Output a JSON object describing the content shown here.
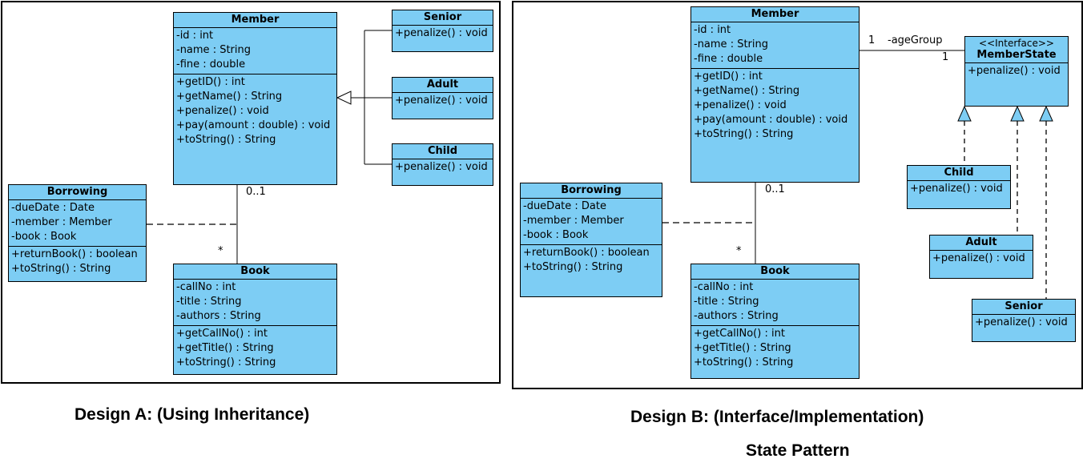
{
  "colors": {
    "class_fill": "#7dcdf4",
    "stroke": "#000000",
    "background": "#ffffff"
  },
  "design_a": {
    "caption": "Design A: (Using Inheritance)",
    "member": {
      "name": "Member",
      "attrs": [
        "-id : int",
        "-name : String",
        "-fine : double"
      ],
      "ops": [
        "+getID() : int",
        "+getName() : String",
        "+penalize() : void",
        "+pay(amount : double) : void",
        "+toString() : String"
      ]
    },
    "senior": {
      "name": "Senior",
      "ops": [
        "+penalize() : void"
      ]
    },
    "adult": {
      "name": "Adult",
      "ops": [
        "+penalize() : void"
      ]
    },
    "child": {
      "name": "Child",
      "ops": [
        "+penalize() : void"
      ]
    },
    "borrowing": {
      "name": "Borrowing",
      "attrs": [
        "-dueDate : Date",
        "-member : Member",
        "-book : Book"
      ],
      "ops": [
        "+returnBook() : boolean",
        "+toString() : String"
      ]
    },
    "book": {
      "name": "Book",
      "attrs": [
        "-callNo : int",
        "-title : String",
        "-authors : String"
      ],
      "ops": [
        "+getCallNo() : int",
        "+getTitle() : String",
        "+toString() : String"
      ]
    },
    "mult_member": "0..1",
    "mult_book": "*"
  },
  "design_b": {
    "caption": "Design B:  (Interface/Implementation)",
    "subcaption": "State Pattern",
    "member": {
      "name": "Member",
      "attrs": [
        "-id : int",
        "-name : String",
        "-fine : double"
      ],
      "ops": [
        "+getID() : int",
        "+getName() : String",
        "+penalize() : void",
        "+pay(amount : double) : void",
        "+toString() : String"
      ]
    },
    "member_state": {
      "stereotype": "<<Interface>>",
      "name": "MemberState",
      "ops": [
        "+penalize() : void"
      ]
    },
    "child": {
      "name": "Child",
      "ops": [
        "+penalize() : void"
      ]
    },
    "adult": {
      "name": "Adult",
      "ops": [
        "+penalize() : void"
      ]
    },
    "senior": {
      "name": "Senior",
      "ops": [
        "+penalize() : void"
      ]
    },
    "borrowing": {
      "name": "Borrowing",
      "attrs": [
        "-dueDate : Date",
        "-member : Member",
        "-book : Book"
      ],
      "ops": [
        "+returnBook() : boolean",
        "+toString() : String"
      ]
    },
    "book": {
      "name": "Book",
      "attrs": [
        "-callNo : int",
        "-title : String",
        "-authors : String"
      ],
      "ops": [
        "+getCallNo() : int",
        "+getTitle() : String",
        "+toString() : String"
      ]
    },
    "mult_member": "0..1",
    "mult_book": "*",
    "assoc_left": "1",
    "assoc_role": "-ageGroup",
    "assoc_right": "1"
  }
}
